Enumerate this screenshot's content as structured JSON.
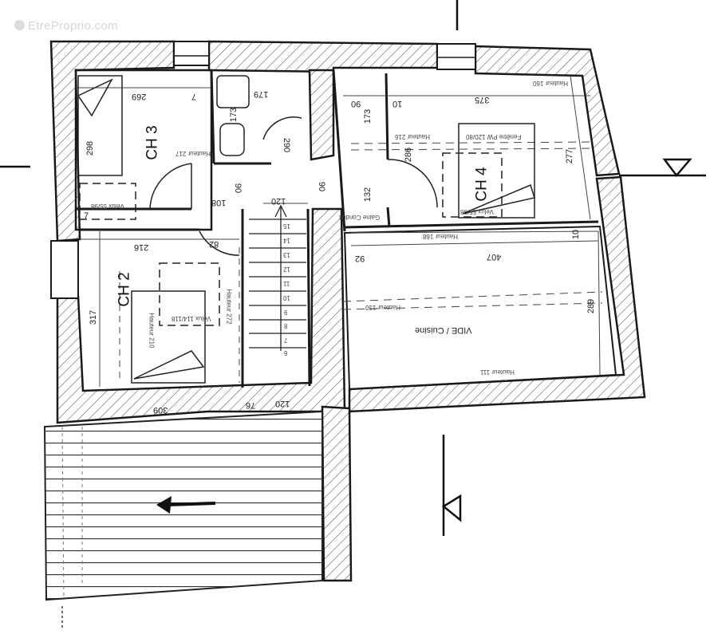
{
  "watermark": {
    "text": "EtreProprio.com",
    "icon": "logo-icon"
  },
  "plan": {
    "orientation": "rotated-180",
    "rooms": [
      {
        "id": "ch3",
        "label": "CH 3"
      },
      {
        "id": "ch2",
        "label": "CH 2"
      },
      {
        "id": "ch4",
        "label": "CH 4"
      },
      {
        "id": "vide",
        "label": "VIDE / Cuisine"
      }
    ],
    "dimensions": {
      "ch3_width": "269",
      "ch3_small": "7",
      "ch3_height": "298",
      "ch3_bottom_small": "7",
      "bath_width": "179",
      "bath_height": "173",
      "hall_height": "290",
      "hall_90": "90",
      "hall_108": "108",
      "stair_width": "120",
      "right_90": "90",
      "ch4_90": "90",
      "ch4_10": "10",
      "ch4_width": "375",
      "ch4_173": "173",
      "ch4_286": "286",
      "ch4_132": "132",
      "ch4_height": "277",
      "ch2_width": "216",
      "ch2_height": "317",
      "ch2_door": "82",
      "ch2_bottom": "309",
      "bottom_76": "76",
      "bottom_120": "120",
      "vide_10": "10",
      "vide_92": "92",
      "vide_width": "407",
      "vide_height": "289"
    },
    "annotations": {
      "ch3_velux": "Velux 55/98",
      "ch3_hauteur": "Hauteur 217",
      "ch4_hauteur_top": "Hauteur 160",
      "ch4_hauteur_216": "Hauteur 216",
      "ch4_velux": "Fenêtre PW 120/80",
      "ch4_velux2": "Velux 55/98",
      "gaine": "Gaine Conduit",
      "hauteur_168": "Hauteur 168",
      "hauteur_130": "Hauteur 130",
      "hauteur_111": "Hauteur 111",
      "ch2_velux": "Velux 114/118",
      "ch2_hauteur_210": "Hauteur 210",
      "ch2_hauteur_272": "Hauteur 272"
    },
    "stairs": {
      "steps": [
        "15",
        "14",
        "13",
        "12",
        "11",
        "10",
        "9",
        "8",
        "7",
        "6"
      ]
    },
    "section_markers": [
      {
        "id": "right",
        "icon": "section-triangle-icon"
      },
      {
        "id": "bottom",
        "icon": "section-triangle-icon"
      }
    ],
    "terrace": {
      "arrow_icon": "arrow-left-icon"
    },
    "colors": {
      "wall": "#222222",
      "hatch": "#555555",
      "background": "#ffffff"
    }
  }
}
